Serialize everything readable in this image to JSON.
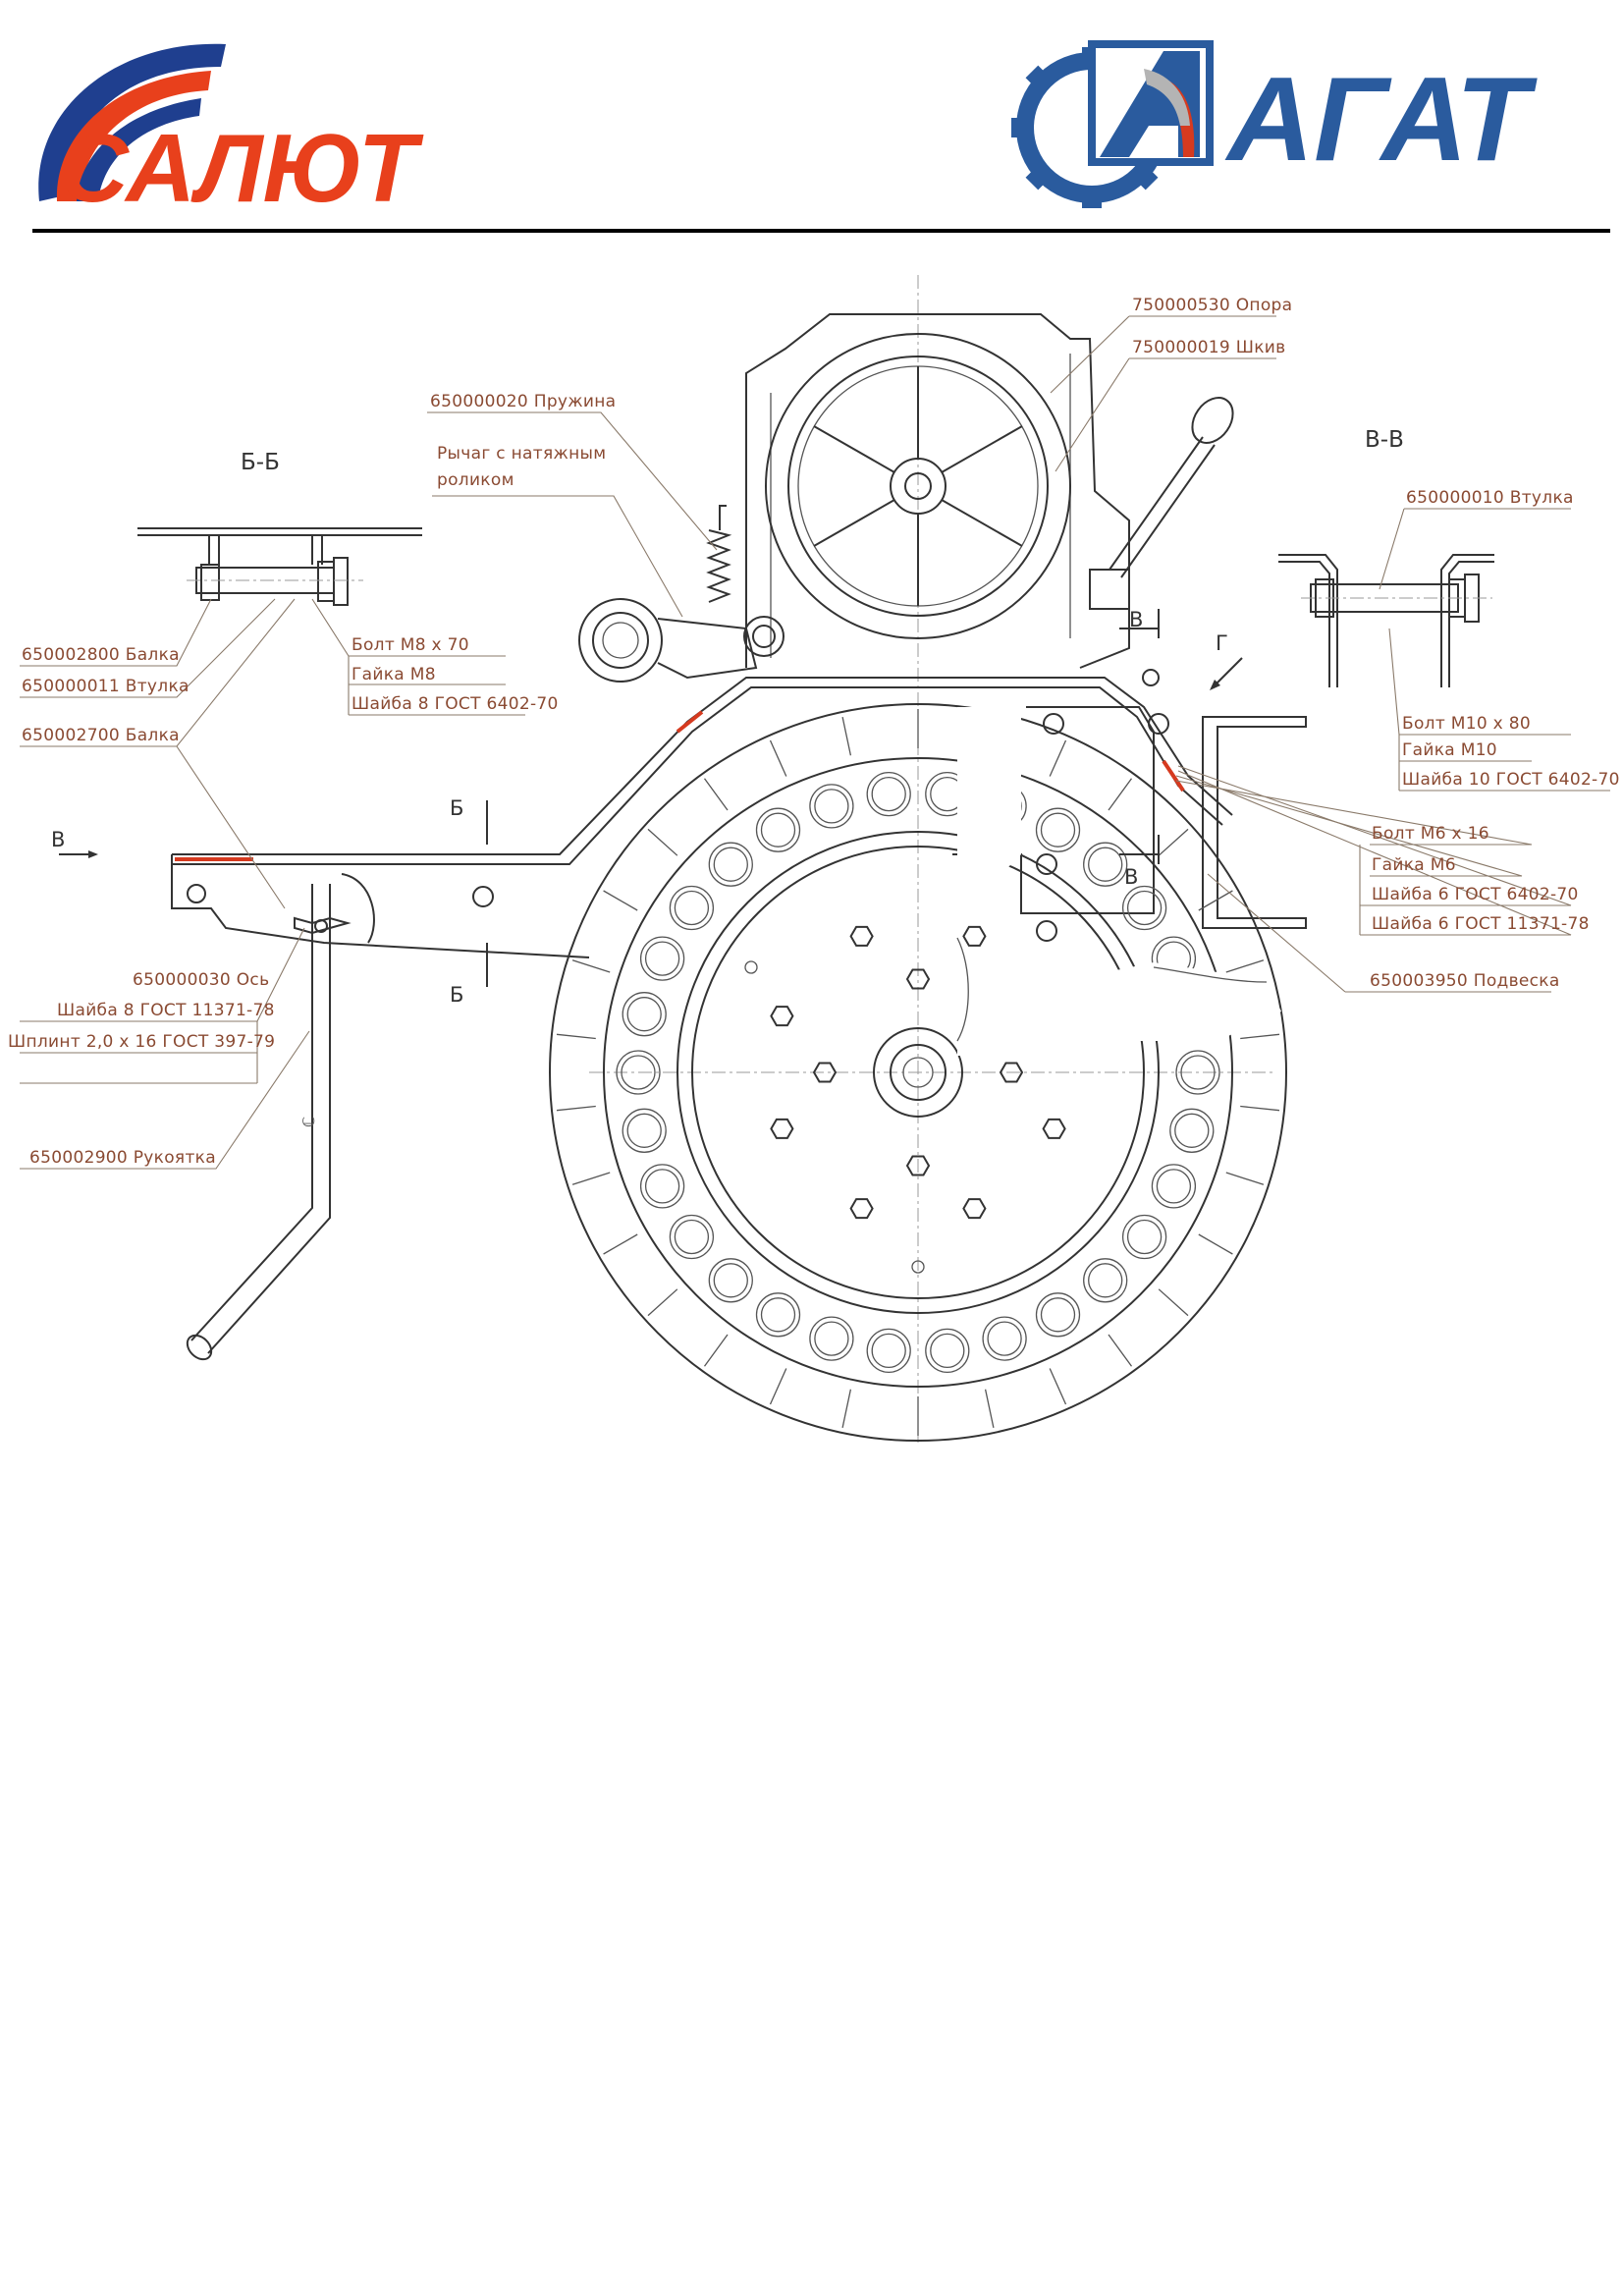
{
  "header": {
    "left_logo": {
      "text": "САЛЮТ",
      "colors": {
        "red": "#e8401c",
        "blue": "#1f3f8f"
      }
    },
    "right_logo": {
      "text": "АГАТ",
      "colors": {
        "blue": "#2a5b9e",
        "red": "#d63a1f",
        "grey": "#b4b4b4"
      }
    },
    "rule_color": "#000000"
  },
  "sections": {
    "bb": "Б-Б",
    "vv": "В-В"
  },
  "markers": {
    "b_top": "Б",
    "b_bottom": "Б",
    "v_left": "В",
    "v_top": "В",
    "v_bottom": "В",
    "g": "Г"
  },
  "parts": {
    "support": "750000530 Опора",
    "pulley": "750000019 Шкив",
    "spring": "650000020 Пружина",
    "lever_line1": "Рычаг с натяжным",
    "lever_line2": "роликом",
    "bush_v": "650000010 Втулка",
    "beam_2800": "650002800 Балка",
    "bush_011": "650000011 Втулка",
    "beam_2700": "650002700 Балка",
    "bolt_m8": "Болт М8 х 70",
    "nut_m8": "Гайка М8",
    "washer_8_6402": "Шайба 8 ГОСТ 6402-70",
    "bolt_m10": "Болт М10 х 80",
    "nut_m10": "Гайка М10",
    "washer_10_6402": "Шайба 10 ГОСТ 6402-70",
    "bolt_m6": "Болт М6 х 16",
    "nut_m6": "Гайка М6",
    "washer_6_6402": "Шайба 6 ГОСТ 6402-70",
    "washer_6_11371": "Шайба 6 ГОСТ 11371-78",
    "hanger": "650003950 Подвеска",
    "axle": "650000030 Ось",
    "washer_8_11371": "Шайба 8 ГОСТ 11371-78",
    "pin": "Шплинт 2,0 х 16 ГОСТ 397-79",
    "handle": "650002900 Рукоятка"
  }
}
